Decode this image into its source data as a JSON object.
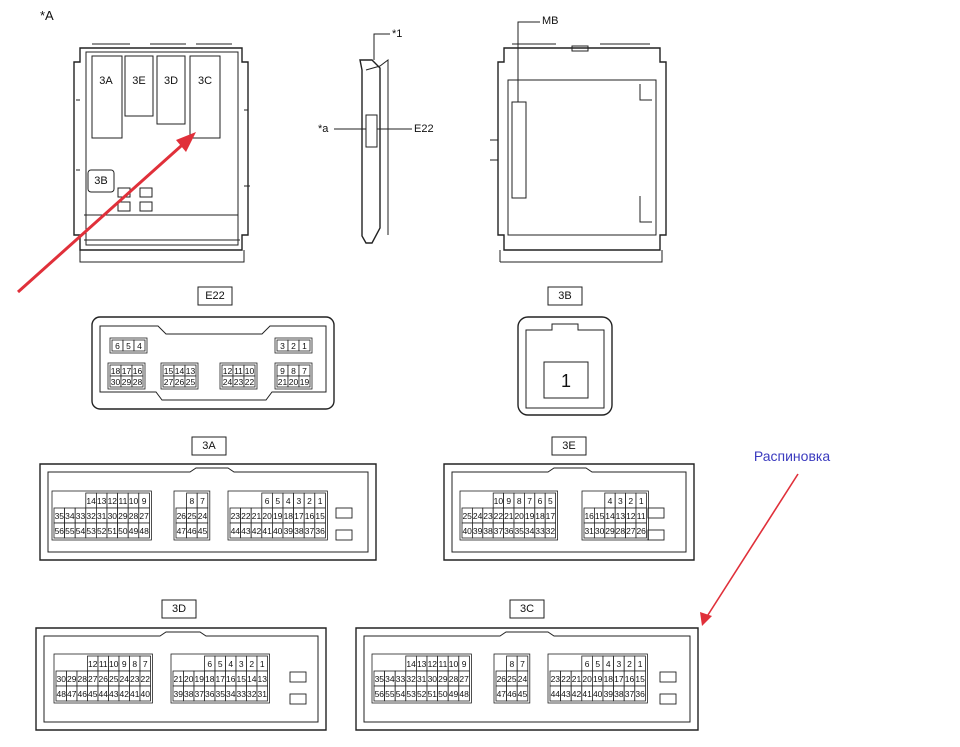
{
  "ref_marks": {
    "view_a": "*A",
    "note_1": "*1",
    "note_a": "*a",
    "mb": "MB",
    "e22": "E22"
  },
  "top_view_labels": [
    "3A",
    "3E",
    "3D",
    "3C",
    "3B"
  ],
  "annotation": {
    "text": "Распиновка",
    "color": "#3b3bbf",
    "arrow_color": "#e0303a"
  },
  "connectors": {
    "e22": {
      "label": "E22",
      "groups": [
        {
          "top": [
            "6",
            "5",
            "4"
          ]
        },
        {
          "top": [
            "3",
            "2",
            "1"
          ]
        },
        {
          "top": [
            "18",
            "17",
            "16"
          ],
          "bottom": [
            "30",
            "29",
            "28"
          ]
        },
        {
          "top": [
            "15",
            "14",
            "13"
          ],
          "bottom": [
            "27",
            "26",
            "25"
          ]
        },
        {
          "top": [
            "12",
            "11",
            "10"
          ],
          "bottom": [
            "24",
            "23",
            "22"
          ]
        },
        {
          "top": [
            "9",
            "8",
            "7"
          ],
          "bottom": [
            "21",
            "20",
            "19"
          ]
        }
      ]
    },
    "b3": {
      "label": "3B",
      "pin": "1"
    },
    "a3": {
      "label": "3A",
      "groups": [
        {
          "rows": [
            [
              "14",
              "13",
              "12",
              "11",
              "10",
              "9"
            ],
            [
              "35",
              "34",
              "33",
              "32",
              "31",
              "30",
              "29",
              "28",
              "27"
            ],
            [
              "56",
              "55",
              "54",
              "53",
              "52",
              "51",
              "50",
              "49",
              "48"
            ]
          ]
        },
        {
          "rows": [
            [
              "8",
              "7"
            ],
            [
              "26",
              "25",
              "24"
            ],
            [
              "47",
              "46",
              "45"
            ]
          ]
        },
        {
          "rows": [
            [
              "6",
              "5",
              "4",
              "3",
              "2",
              "1"
            ],
            [
              "23",
              "22",
              "21",
              "20",
              "19",
              "18",
              "17",
              "16",
              "15"
            ],
            [
              "44",
              "43",
              "42",
              "41",
              "40",
              "39",
              "38",
              "37",
              "36"
            ]
          ]
        }
      ]
    },
    "e3": {
      "label": "3E",
      "groups": [
        {
          "rows": [
            [
              "10",
              "9",
              "8",
              "7",
              "6",
              "5"
            ],
            [
              "25",
              "24",
              "23",
              "22",
              "21",
              "20",
              "19",
              "18",
              "17"
            ],
            [
              "40",
              "39",
              "38",
              "37",
              "36",
              "35",
              "34",
              "33",
              "32"
            ]
          ]
        },
        {
          "rows": [
            [
              "4",
              "3",
              "2",
              "1"
            ],
            [
              "16",
              "15",
              "14",
              "13",
              "12",
              "11"
            ],
            [
              "31",
              "30",
              "29",
              "28",
              "27",
              "26"
            ]
          ]
        }
      ]
    },
    "d3": {
      "label": "3D",
      "groups": [
        {
          "rows": [
            [
              "12",
              "11",
              "10",
              "9",
              "8",
              "7"
            ],
            [
              "30",
              "29",
              "28",
              "27",
              "26",
              "25",
              "24",
              "23",
              "22"
            ],
            [
              "48",
              "47",
              "46",
              "45",
              "44",
              "43",
              "42",
              "41",
              "40"
            ]
          ]
        },
        {
          "rows": [
            [
              "6",
              "5",
              "4",
              "3",
              "2",
              "1"
            ],
            [
              "21",
              "20",
              "19",
              "18",
              "17",
              "16",
              "15",
              "14",
              "13"
            ],
            [
              "39",
              "38",
              "37",
              "36",
              "35",
              "34",
              "33",
              "32",
              "31"
            ]
          ]
        }
      ]
    },
    "c3": {
      "label": "3C",
      "groups": [
        {
          "rows": [
            [
              "14",
              "13",
              "12",
              "11",
              "10",
              "9"
            ],
            [
              "35",
              "34",
              "33",
              "32",
              "31",
              "30",
              "29",
              "28",
              "27"
            ],
            [
              "56",
              "55",
              "54",
              "53",
              "52",
              "51",
              "50",
              "49",
              "48"
            ]
          ]
        },
        {
          "rows": [
            [
              "8",
              "7"
            ],
            [
              "26",
              "25",
              "24"
            ],
            [
              "47",
              "46",
              "45"
            ]
          ]
        },
        {
          "rows": [
            [
              "6",
              "5",
              "4",
              "3",
              "2",
              "1"
            ],
            [
              "23",
              "22",
              "21",
              "20",
              "19",
              "18",
              "17",
              "16",
              "15"
            ],
            [
              "44",
              "43",
              "42",
              "41",
              "40",
              "39",
              "38",
              "37",
              "36"
            ]
          ]
        }
      ]
    }
  }
}
